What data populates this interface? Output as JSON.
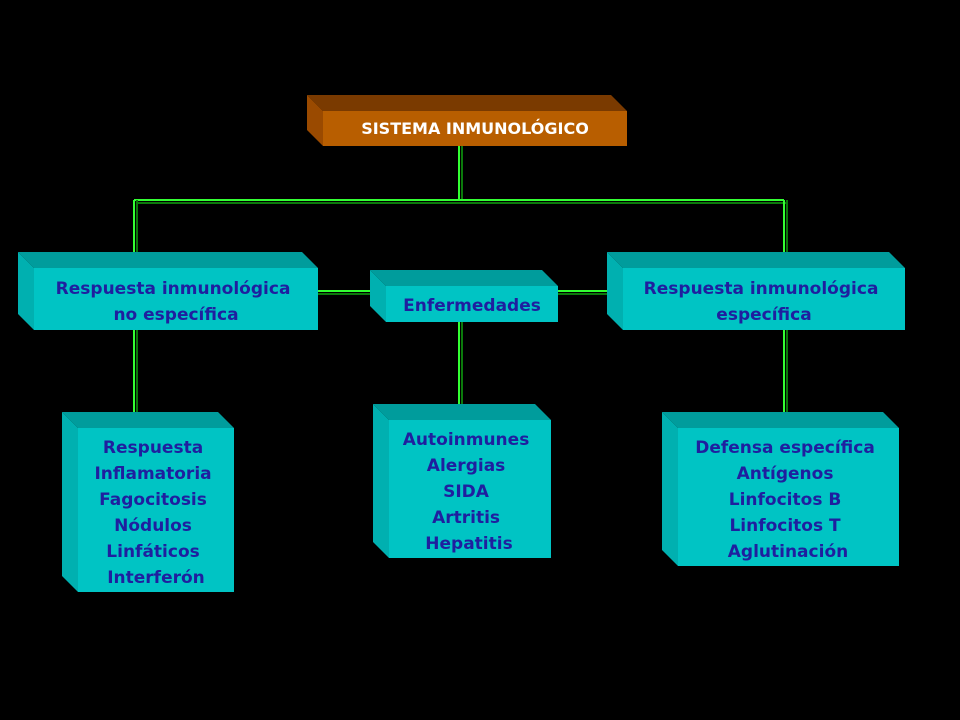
{
  "root": {
    "label": "SISTEMA INMUNOLÓGICO"
  },
  "left": {
    "title": [
      "Respuesta inmunológica",
      "no específica"
    ],
    "items": [
      "Respuesta",
      "Inflamatoria",
      "Fagocitosis",
      "Nódulos",
      "Linfáticos",
      "Interferón"
    ]
  },
  "center": {
    "title": [
      "Enfermedades"
    ],
    "items": [
      "Autoinmunes",
      "Alergias",
      "SIDA",
      "Artritis",
      "Hepatitis"
    ]
  },
  "right": {
    "title": [
      "Respuesta inmunológica",
      "específica"
    ],
    "items": [
      "Defensa específica",
      "Antígenos",
      "Linfocitos B",
      "Linfocitos T",
      "Aglutinación"
    ]
  },
  "colors": {
    "background": "#000000",
    "box_teal": "#00c4c4",
    "box_orange": "#b85e00",
    "connector": "#33ff33",
    "text": "#1f1f9f"
  }
}
